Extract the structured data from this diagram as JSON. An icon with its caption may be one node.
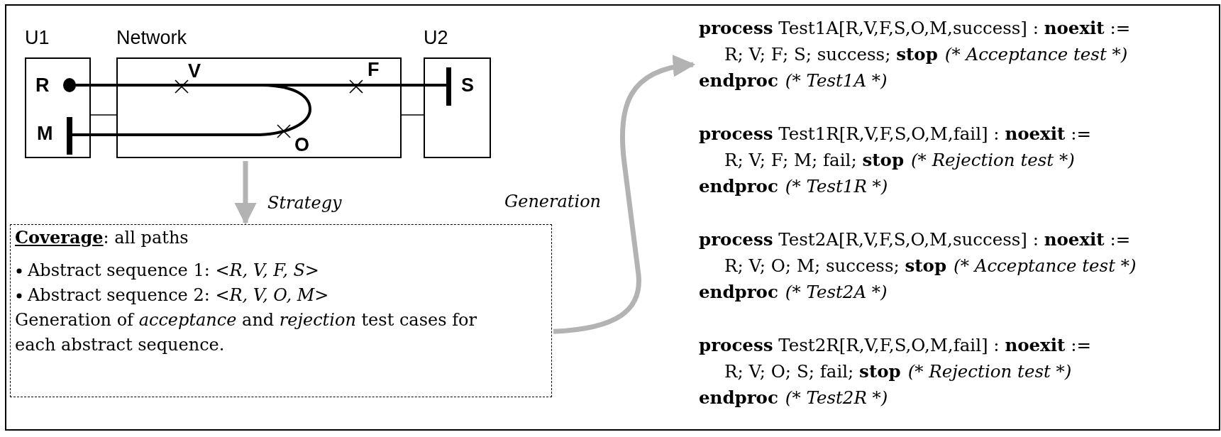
{
  "diagram": {
    "nodes": [
      {
        "text": [
          "U1"
        ]
      },
      {
        "text": [
          "Network"
        ]
      },
      {
        "text": [
          "U2"
        ]
      },
      {
        "text": [
          "**Coverage**: all paths",
          "Abstract sequence 1: *<R, V, F, S>*",
          "Abstract sequence 2: *<R, V, O, M>*",
          "Generation of *acceptance* and *rejection* test cases for each abstract sequence."
        ]
      },
      {
        "text": [
          "**process** Test1A[R,V,F,S,O,M,success] : **noexit** :=",
          "R; V; F; S; success; **stop**",
          "(* Acceptance test *)",
          "endproc",
          "(* Test1A *)"
        ]
      },
      {
        "text": [
          "**process** Test1R[R,V,F,S,O,M,fail] : **noexit** :=",
          "R; V; F; M; fail; **stop**",
          "(* Rejection test *)",
          "endproc",
          "(* Test1R *)"
        ]
      },
      {
        "text": [
          "**process** Test2A[R,V,F,S,O,M,success] : **noexit** :=",
          "R; V; O; M; success; **stop**",
          "(* Acceptance test *)",
          "endproc",
          "(* Test2A *)"
        ]
      },
      {
        "text": [
          "**process** Test2R[R,V,F,S,O,M,fail] : **noexit** :=",
          "R; V; O; S; fail; **stop**",
          "(* Rejection test *)",
          "endproc",
          "(* Test2R *)"
        ]
      }
    ],
    "edges": [
      {
        "from": 0,
        "to": 1,
        "arrow": "none"
      },
      {
        "from": 1,
        "to": 2,
        "arrow": "none"
      },
      {
        "from": 1,
        "to": 3,
        "arrow": "to",
        "label": "Strategy",
        "style": "thick",
        "color": "#b3b3b3"
      },
      {
        "from": 3,
        "to": 4,
        "arrow": "to",
        "label": "Generation",
        "style": "thick",
        "color": "#b3b3b3"
      }
    ],
    "labels": [
      "R",
      "V",
      "F",
      "S",
      "M",
      "O"
    ]
  }
}
